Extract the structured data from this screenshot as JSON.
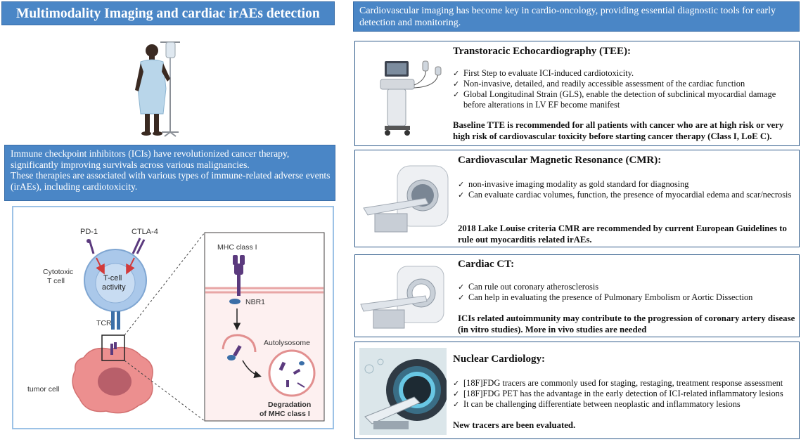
{
  "left": {
    "title": "Multimodality Imaging and cardiac irAEs detection",
    "ici_text_1": "Immune checkpoint inhibitors (ICIs) have revolutionized cancer therapy, significantly improving survivals across various malignancies.",
    "ici_text_2": "These therapies are associated with various types of immune-related adverse events (irAEs), including cardiotoxicity.",
    "mechanism": {
      "pd1": "PD-1",
      "ctla4": "CTLA-4",
      "cytotoxic_line1": "Cytotoxic",
      "cytotoxic_line2": "T cell",
      "tcell_line1": "T-cell",
      "tcell_line2": "activity",
      "tcr": "TCR",
      "tumor": "tumor cell",
      "mhc": "MHC class I",
      "nbr1": "NBR1",
      "autolysosome": "Autolysosome",
      "degradation_line1": "Degradation",
      "degradation_line2": "of MHC class I"
    }
  },
  "right": {
    "intro": "Cardiovascular imaging has become key in cardio-oncology, providing essential diagnostic tools for early detection and monitoring.",
    "tte": {
      "title": "Transtoracic Echocardiography (TEE):",
      "bullets": [
        "First Step to evaluate ICI-induced cardiotoxicity.",
        "Non-invasive, detailed, and readily accessible assessment of the cardiac function",
        "Global Longitudinal Strain (GLS), enable the detection of subclinical myocardial damage before alterations in LV EF become manifest"
      ],
      "note": "Baseline TTE is recommended for all patients with cancer who are at high risk or very high risk of cardiovascular toxicity before starting cancer therapy (Class I, LoE C)."
    },
    "cmr": {
      "title": "Cardiovascular Magnetic Resonance (CMR):",
      "bullets": [
        "non-invasive imaging modality as gold standard for diagnosing",
        "Can evaluate cardiac volumes, function, the presence of myocardial edema and scar/necrosis"
      ],
      "note": "2018 Lake Louise criteria CMR are recommended by current European Guidelines to rule out myocarditis related irAEs."
    },
    "ct": {
      "title": "Cardiac CT:",
      "bullets": [
        "Can rule out coronary atherosclerosis",
        "Can help in evaluating the presence of Pulmonary Embolism or Aortic Dissection"
      ],
      "note": "ICIs related autoimmunity may contribute to the progression of coronary artery disease (in vitro studies). More in vivo studies are needed"
    },
    "nuclear": {
      "title": "Nuclear Cardiology:",
      "bullets": [
        "[18F]FDG tracers are commonly used for staging, restaging, treatment response assessment",
        "[18F]FDG PET has the advantage in the early detection of ICI-related inflammatory lesions",
        "It can be challenging differentiate between neoplastic and inflammatory lesions"
      ],
      "note": "New tracers are been evaluated."
    }
  },
  "check_glyph": "✓",
  "colors": {
    "header_blue": "#4a86c6",
    "panel_border": "#2e5a8a",
    "tcell": "#aac8ea",
    "receptor_purple": "#5b3a7e",
    "tumor_pink": "#ec8f8f",
    "arrow_red": "#d23a3a"
  }
}
